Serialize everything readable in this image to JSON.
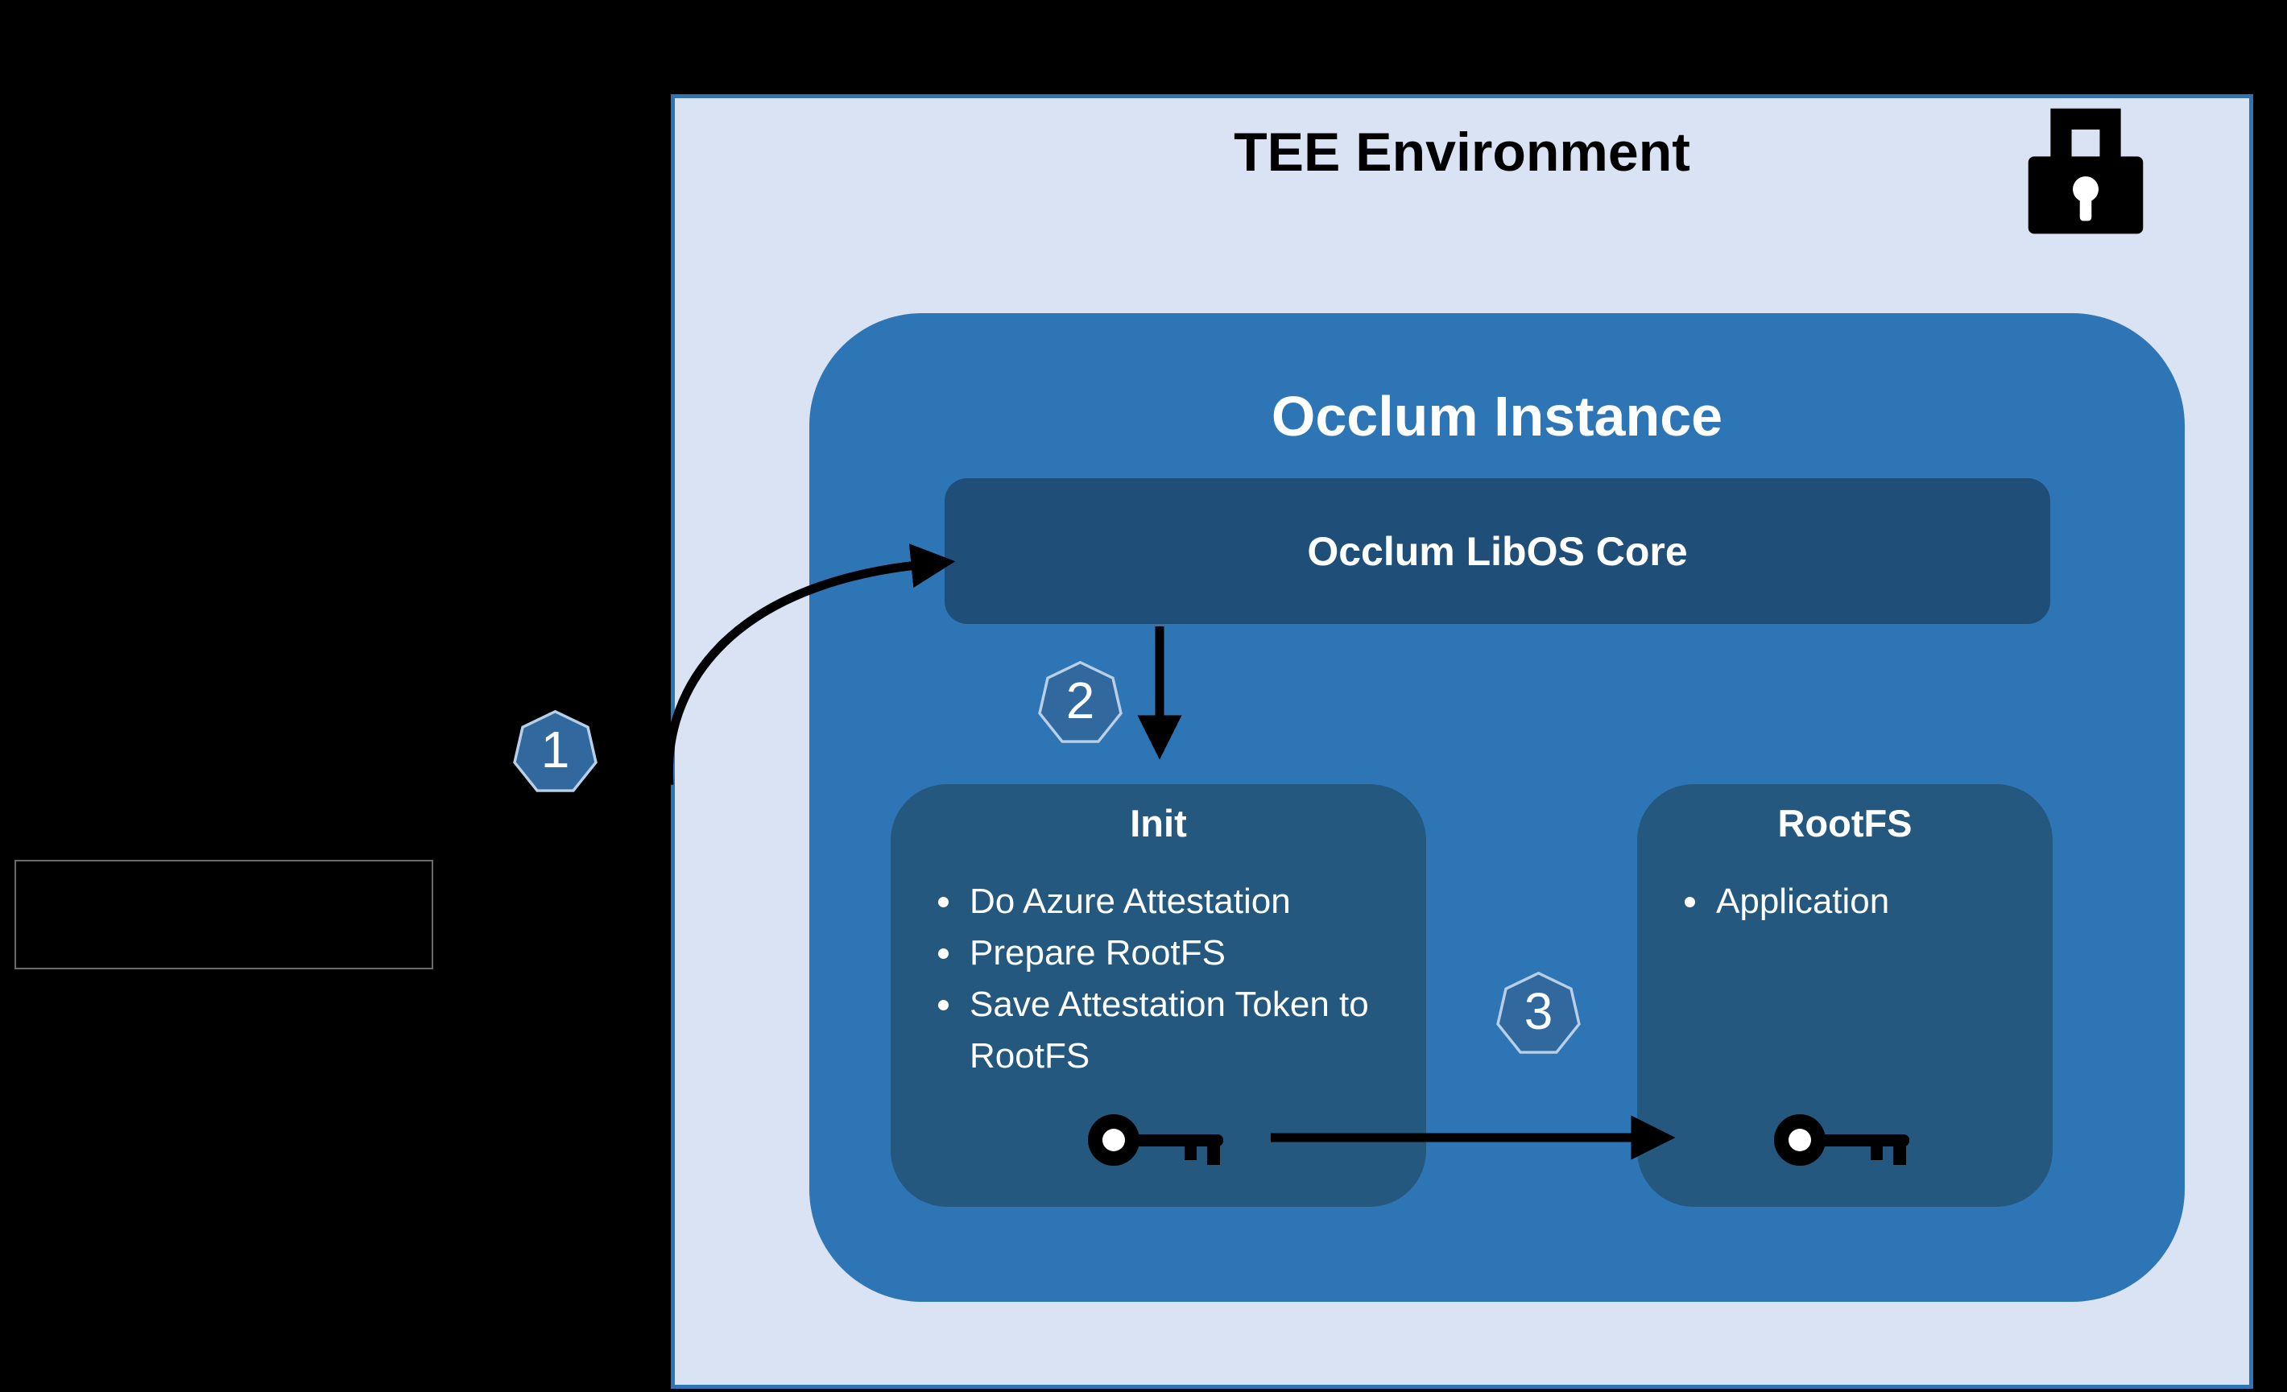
{
  "tee": {
    "title": "TEE Environment"
  },
  "occlum_instance": {
    "title": "Occlum Instance",
    "libos_core": {
      "label": "Occlum LibOS Core"
    },
    "init": {
      "title": "Init",
      "bullets": [
        "Do Azure Attestation",
        "Prepare RootFS",
        "Save Attestation Token to RootFS"
      ]
    },
    "rootfs": {
      "title": "RootFS",
      "bullets": [
        "Application"
      ]
    }
  },
  "steps": [
    "1",
    "2",
    "3"
  ],
  "icons": {
    "tee_lock": "lock-icon",
    "init_key": "key-icon",
    "rootfs_key": "key-icon"
  },
  "colors": {
    "background": "#000000",
    "tee_fill": "#dae3f3",
    "tee_border": "#2e75b6",
    "instance_fill": "#2e75b6",
    "core_fill": "#1f4e79",
    "module_fill": "#24587e",
    "badge_fill": "#31699f",
    "badge_border": "#b9cfe7",
    "arrow": "#000000",
    "text_dark": "#000000",
    "text_light": "#ffffff"
  }
}
